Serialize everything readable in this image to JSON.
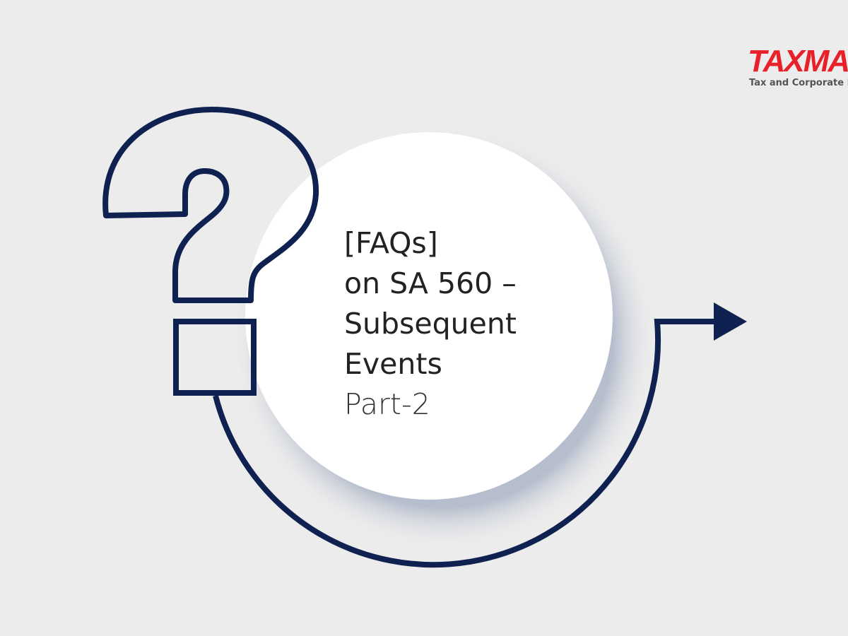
{
  "title": {
    "line1": "[FAQs]",
    "line2": "on SA 560 –",
    "line3": "Subsequent",
    "line4": "Events",
    "line5": "Part-2"
  },
  "logo": {
    "word": "TAXMA",
    "tagline": "Tax and Corporate L"
  },
  "colors": {
    "background": "#ececec",
    "navy": "#0f2150",
    "brand_red": "#e8202a"
  },
  "icons": [
    "question-mark-outline",
    "arrow-right-icon"
  ]
}
